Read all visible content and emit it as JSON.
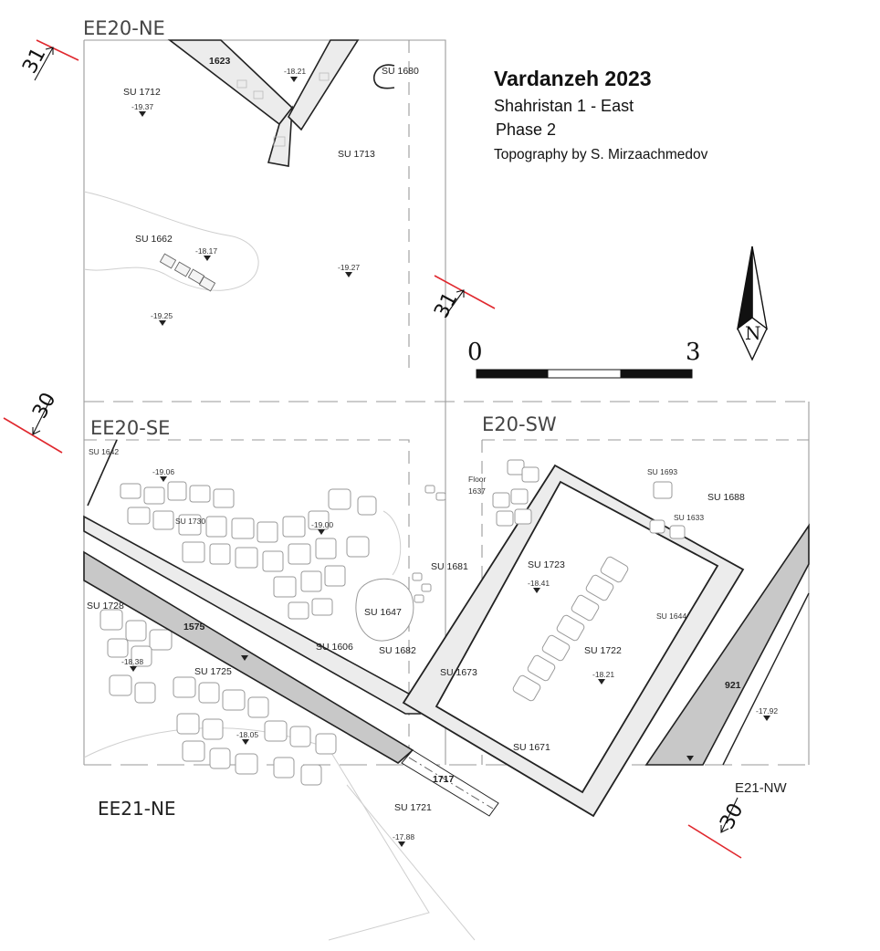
{
  "title": {
    "main": "Vardanzeh 2023",
    "line1": "Shahristan 1 - East",
    "line2": "Phase 2",
    "line3": "Topography by S. Mirzaachmedov"
  },
  "grid_labels": {
    "ee20_ne": "EE20-NE",
    "ee20_se": "EE20-SE",
    "e20_sw": "E20-SW",
    "ee21_ne": "EE21-NE",
    "e21_nw": "E21-NW"
  },
  "section_markers": {
    "s31_top": "31",
    "s31_mid": "31",
    "s30_left": "30",
    "s30_bottom": "30"
  },
  "scale_bar": {
    "start": "0",
    "end": "3"
  },
  "north_label": "N",
  "colors": {
    "section_line": "#e0282e",
    "shaded_feature": "#c8c8c8",
    "light_feature": "#eeeeee"
  },
  "units": {
    "su1623": "1623",
    "su1712": "SU 1712",
    "su1680": "SU 1680",
    "su1713": "SU 1713",
    "su1662": "SU 1662",
    "su1642": "SU 1642",
    "su1730": "SU 1730",
    "floor1": "Floor",
    "floor2": "1637",
    "su1693": "SU 1693",
    "su1688": "SU 1688",
    "su1633": "SU 1633",
    "su1681": "SU 1681",
    "su1723": "SU 1723",
    "su1647": "SU 1647",
    "su1728": "SU 1728",
    "su1575": "1575",
    "su1644": "SU 1644",
    "su1606": "SU 1606",
    "su1682": "SU 1682",
    "su1722": "SU 1722",
    "su1725": "SU 1725",
    "su1673": "SU 1673",
    "su921": "921",
    "su1671": "SU 1671",
    "su1717": "1717",
    "su1721": "SU 1721"
  },
  "elevations": {
    "e1": "-18.21",
    "e2": "-19.37",
    "e3": "-18.17",
    "e4": "-19.27",
    "e5": "-19.25",
    "e6": "-19.06",
    "e7": "-19.00",
    "e8": "-18.41",
    "e9": "-18.38",
    "e10": "-18.21",
    "e11": "-17.92",
    "e12": "-18.05",
    "e13": "-17.88"
  }
}
